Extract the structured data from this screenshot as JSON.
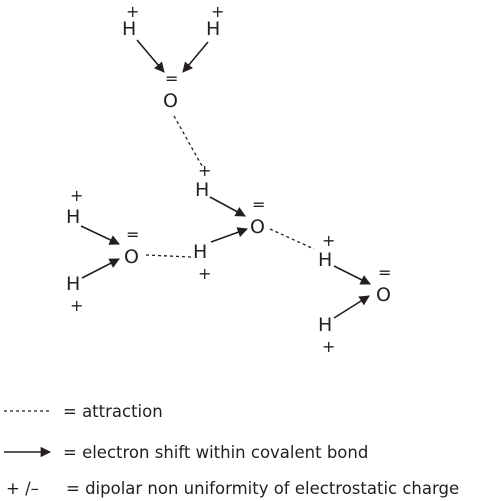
{
  "atoms": {
    "hydrogen": "H",
    "oxygen": "O",
    "lone_pairs": "="
  },
  "charges": {
    "positive": "+"
  },
  "legend": {
    "attraction": "= attraction",
    "electron_shift": "= electron shift within covalent bond",
    "charge_symbols": "+ /–",
    "dipolar": "= dipolar non uniformity of electrostatic charge"
  },
  "colors": {
    "ink": "#231f20",
    "background": "#ffffff"
  },
  "icons": {
    "arrow": "electron-shift-arrow-icon",
    "dash": "attraction-dash-icon"
  }
}
